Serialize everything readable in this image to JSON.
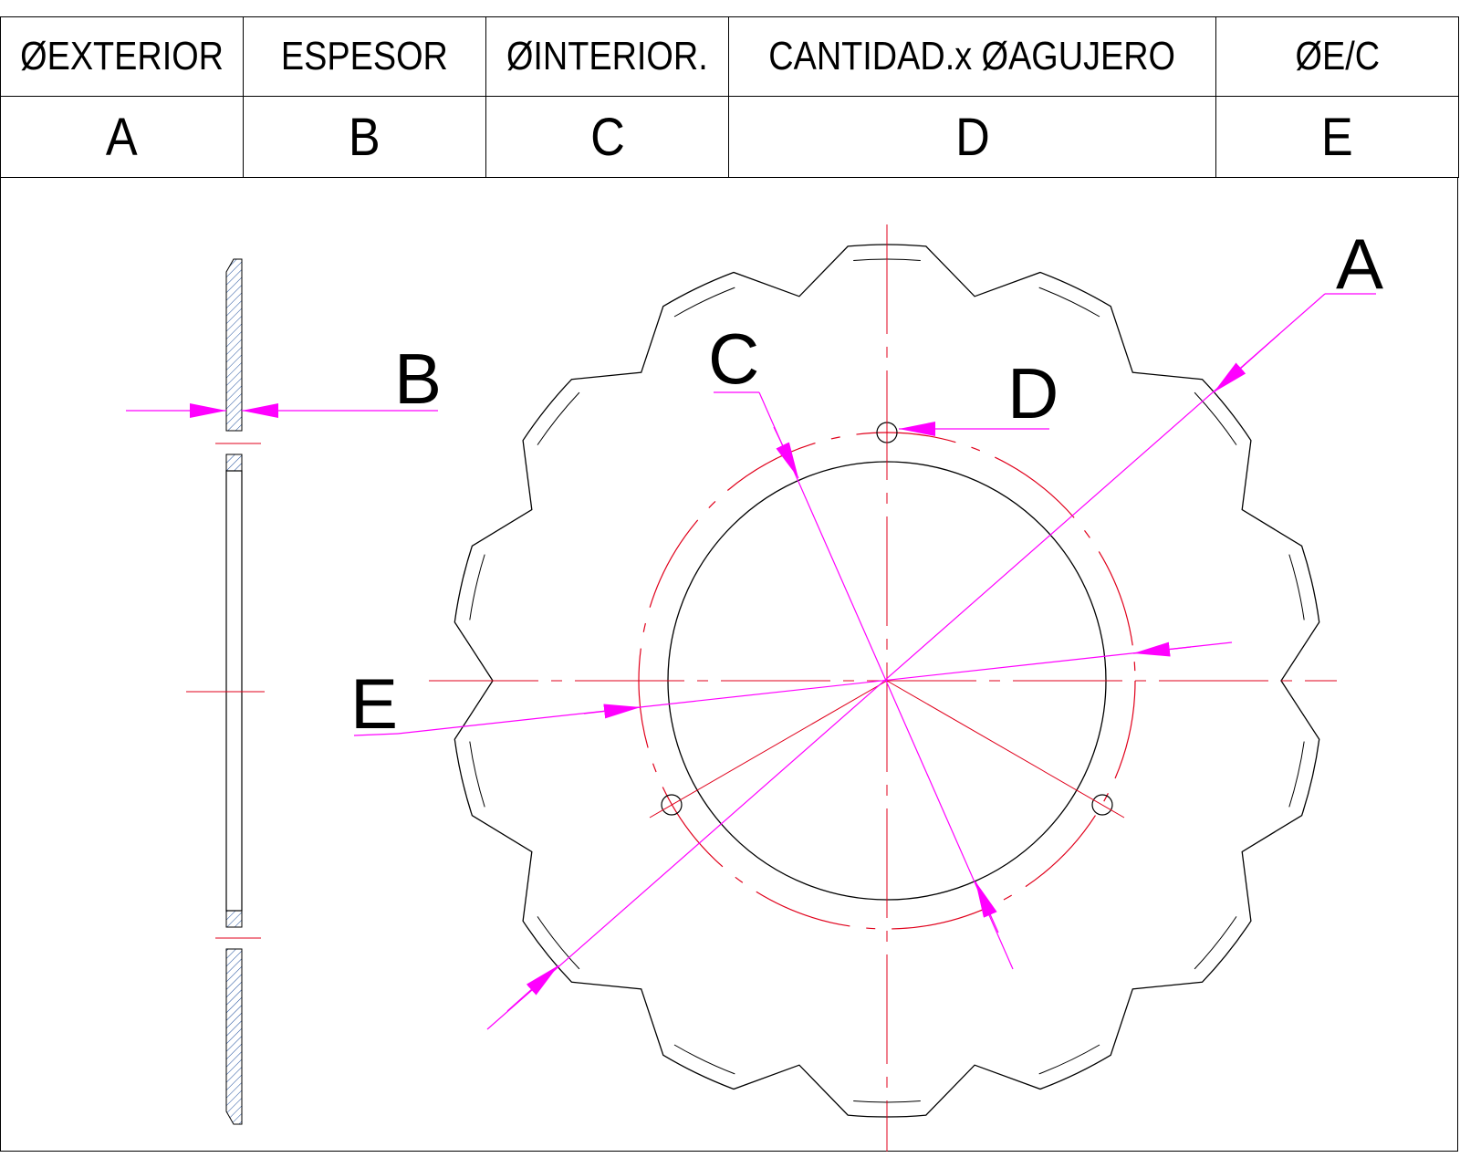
{
  "table": {
    "headers": [
      "ØEXTERIOR",
      "ESPESOR",
      "ØINTERIOR.",
      "CANTIDAD.x ØAGUJERO",
      "ØE/C"
    ],
    "letters": [
      "A",
      "B",
      "C",
      "D",
      "E"
    ]
  },
  "drawing": {
    "labels": {
      "a": "A",
      "b": "B",
      "c": "C",
      "d": "D",
      "e": "E"
    },
    "colors": {
      "outline": "#000000",
      "centerline": "#e0001b",
      "dimension": "#ff00ff",
      "hatch": "#1f4f9c"
    },
    "disc": {
      "teeth": 14,
      "bolt_holes": 3
    }
  }
}
